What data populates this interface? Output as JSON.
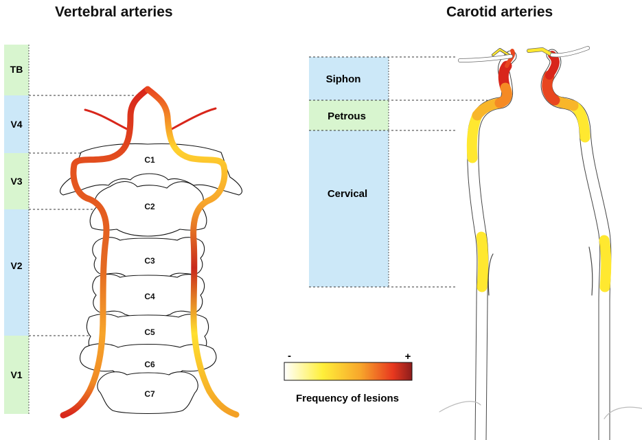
{
  "vertebral": {
    "title": "Vertebral arteries",
    "segments": [
      "TB",
      "V4",
      "V3",
      "V2",
      "V1"
    ],
    "vertebrae": [
      "C1",
      "C2",
      "C3",
      "C4",
      "C5",
      "C6",
      "C7"
    ]
  },
  "carotid": {
    "title": "Carotid arteries",
    "segments": [
      "Siphon",
      "Petrous",
      "Cervical"
    ]
  },
  "legend": {
    "minus": "-",
    "plus": "+",
    "label": "Frequency of lesions",
    "colors": [
      "#ffffff",
      "#ffef3a",
      "#f7a52b",
      "#e8381f",
      "#8c1c1c"
    ]
  },
  "colors": {
    "segment_green": "#d8f5cf",
    "segment_blue": "#cce8f8",
    "lesion_low": "#ffe830",
    "lesion_mid": "#f58a24",
    "lesion_high": "#d8261b"
  }
}
